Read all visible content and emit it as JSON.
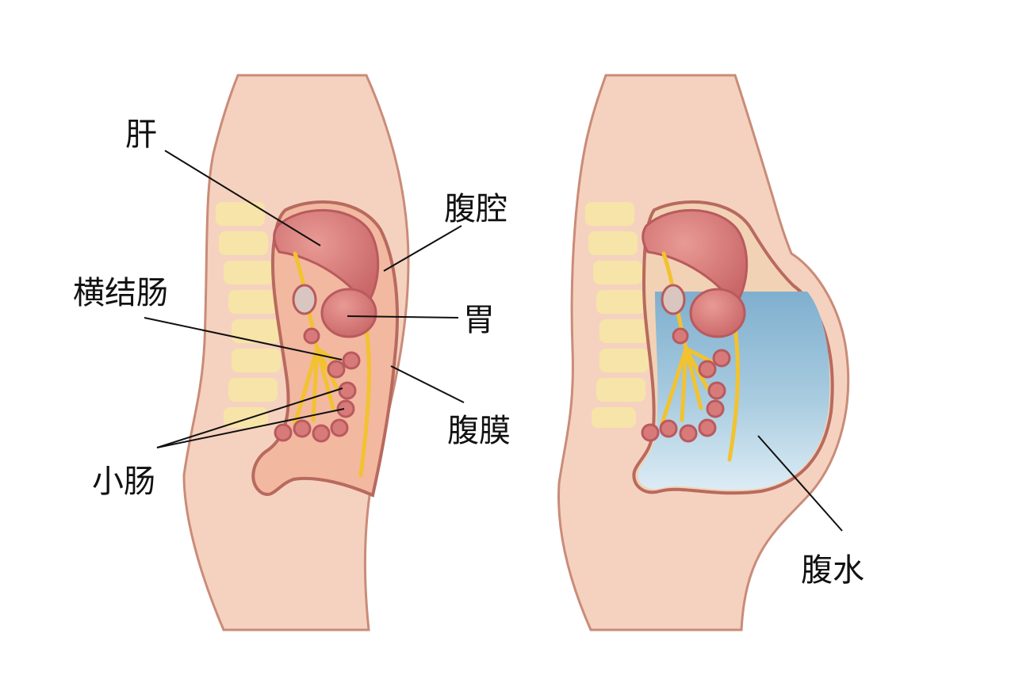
{
  "labels": {
    "liver": "肝",
    "abdominal_cavity": "腹腔",
    "transverse_colon": "横结肠",
    "stomach": "胃",
    "peritoneum": "腹膜",
    "small_intestine": "小肠",
    "ascites": "腹水"
  },
  "colors": {
    "skin": "#F5D2BF",
    "skin_outline": "#C98C78",
    "cavity_fill": "#F2B8A0",
    "cavity_outline": "#B86A5E",
    "organ": "#D97A7A",
    "organ_dark": "#B85A5E",
    "mesentery": "#F2C230",
    "spine": "#F7E4A8",
    "fluid": "#9CC3D9",
    "fluid_light": "#D6E8F2",
    "leader": "#111111"
  }
}
